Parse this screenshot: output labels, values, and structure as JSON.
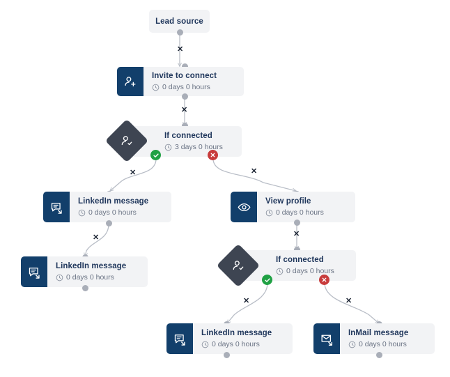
{
  "canvas": {
    "background": "#ffffff",
    "node_fill": "#f2f3f5",
    "icon_fill": "#123f6b",
    "diamond_fill": "#3e4552",
    "title_color": "#20375c",
    "sub_color": "#6a7384",
    "port_color": "#a9aeb8",
    "edge_color": "#b9bec7",
    "badge_ok_color": "#20a144",
    "badge_no_color": "#c83c3c"
  },
  "nodes": [
    {
      "id": "lead-source",
      "type": "start",
      "icon": "none",
      "title": "Lead source",
      "duration": ""
    },
    {
      "id": "invite-to-connect",
      "type": "action",
      "icon": "person-add-icon",
      "title": "Invite to connect",
      "duration": "0 days 0 hours"
    },
    {
      "id": "if-connected-1",
      "type": "condition",
      "icon": "person-check-icon",
      "title": "If connected",
      "duration": "3 days 0 hours"
    },
    {
      "id": "linkedin-message-1",
      "type": "action",
      "icon": "linkedin-message-icon",
      "title": "LinkedIn message",
      "duration": "0 days 0 hours"
    },
    {
      "id": "linkedin-message-2",
      "type": "action",
      "icon": "linkedin-message-icon",
      "title": "LinkedIn message",
      "duration": "0 days 0 hours"
    },
    {
      "id": "view-profile",
      "type": "action",
      "icon": "eye-icon",
      "title": "View profile",
      "duration": "0 days 0 hours"
    },
    {
      "id": "if-connected-2",
      "type": "condition",
      "icon": "person-check-icon",
      "title": "If connected",
      "duration": "0 days 0 hours"
    },
    {
      "id": "linkedin-message-3",
      "type": "action",
      "icon": "linkedin-message-icon",
      "title": "LinkedIn message",
      "duration": "0 days 0 hours"
    },
    {
      "id": "inmail-message",
      "type": "action",
      "icon": "inmail-message-icon",
      "title": "InMail message",
      "duration": "0 days 0 hours"
    }
  ],
  "branch_badges": [
    {
      "id": "if-connected-1-yes",
      "kind": "check",
      "label": "yes"
    },
    {
      "id": "if-connected-1-no",
      "kind": "cross",
      "label": "no"
    },
    {
      "id": "if-connected-2-yes",
      "kind": "check",
      "label": "yes"
    },
    {
      "id": "if-connected-2-no",
      "kind": "cross",
      "label": "no"
    }
  ],
  "edge_delete_markers": [
    {
      "id": "delete-edge-lead-to-invite",
      "glyph": "✕"
    },
    {
      "id": "delete-edge-invite-to-if1",
      "glyph": "✕"
    },
    {
      "id": "delete-edge-if1-yes",
      "glyph": "✕"
    },
    {
      "id": "delete-edge-if1-no",
      "glyph": "✕"
    },
    {
      "id": "delete-edge-msg1-to-msg2",
      "glyph": "✕"
    },
    {
      "id": "delete-edge-view-to-if2",
      "glyph": "✕"
    },
    {
      "id": "delete-edge-if2-yes",
      "glyph": "✕"
    },
    {
      "id": "delete-edge-if2-no",
      "glyph": "✕"
    }
  ]
}
